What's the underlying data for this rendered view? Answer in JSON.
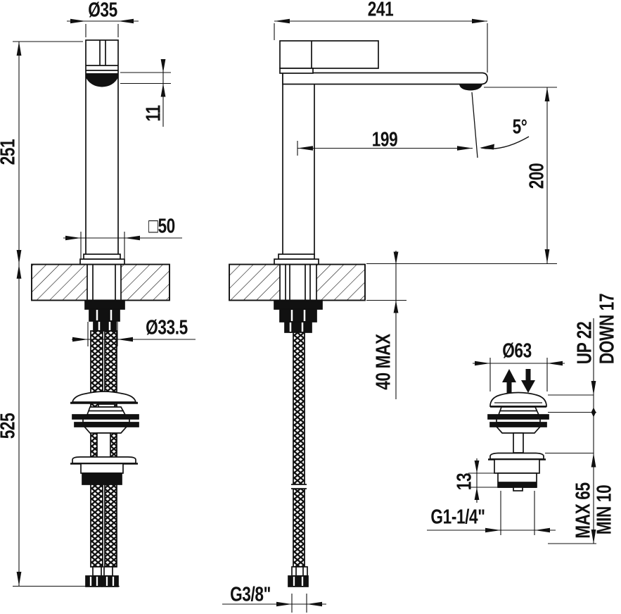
{
  "colors": {
    "ink": "#111111",
    "paper": "#ffffff"
  },
  "labels": {
    "front": {
      "handle_diameter": "Ø35",
      "outlet_height": "11",
      "height_above_deck": "251",
      "body_square": "□50",
      "shank_diameter": "Ø33.5",
      "total_height": "525"
    },
    "side": {
      "total_depth": "241",
      "spout_reach": "199",
      "spout_angle": "5°",
      "outlet_height_above_deck": "200",
      "deck_thickness": "40 MAX",
      "supply_thread": "G3/8\""
    },
    "waste": {
      "cap_diameter": "Ø63",
      "travel_up": "UP 22",
      "travel_down": "DOWN 17",
      "body_height": "13",
      "waste_thread": "G1-1/4\"",
      "mount_max": "MAX 65",
      "mount_min": "MIN 10"
    }
  }
}
